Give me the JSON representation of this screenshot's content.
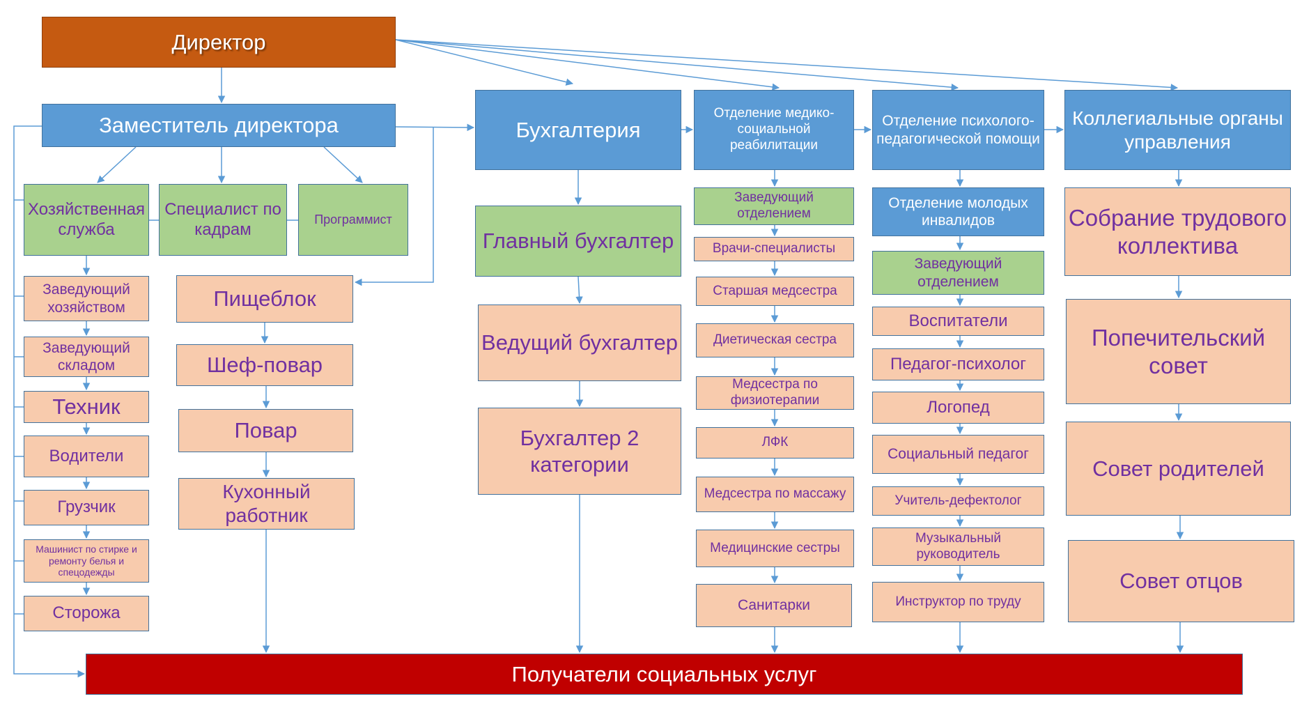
{
  "director": "Директор",
  "deputy": "Заместитель директора",
  "deputy_subs": {
    "household": "Хозяйственная служба",
    "hr": "Специалист по кадрам",
    "programmer": "Программист"
  },
  "household_chain": [
    "Заведующий хозяйством",
    "Заведующий складом",
    "Техник",
    "Водители",
    "Грузчик",
    "Машинист по стирке и ремонту белья и спецодежды",
    "Сторожа"
  ],
  "kitchen_chain": [
    "Пищеблок",
    "Шеф-повар",
    "Повар",
    "Кухонный работник"
  ],
  "accounting": {
    "title": "Бухгалтерия",
    "staff": [
      "Главный бухгалтер",
      "Ведущий бухгалтер",
      "Бухгалтер 2 категории"
    ]
  },
  "medical": {
    "title": "Отделение медико-социальной реабилитации",
    "staff": [
      "Заведующий отделением",
      "Врачи-специалисты",
      "Старшая медсестра",
      "Диетическая сестра",
      "Медсестра по физиотерапии",
      "ЛФК",
      "Медсестра по массажу",
      "Медицинские сестры",
      "Санитарки"
    ]
  },
  "psych": {
    "title": "Отделение психолого-педагогической помощи",
    "sub_title": "Отделение молодых инвалидов",
    "staff": [
      "Заведующий отделением",
      "Воспитатели",
      "Педагог-психолог",
      "Логопед",
      "Социальный педагог",
      "Учитель-дефектолог",
      "Музыкальный руководитель",
      "Инструктор по труду"
    ]
  },
  "collegial": {
    "title": "Коллегиальные органы управления",
    "bodies": [
      "Собрание трудового коллектива",
      "Попечительский совет",
      "Совет родителей",
      "Совет отцов"
    ]
  },
  "recipients": "Получатели социальных услуг",
  "colors": {
    "director": "#C55A11",
    "blue": "#5B9BD5",
    "green": "#A9D18E",
    "peach": "#F8CBAD",
    "purple_text": "#7030A0",
    "recipients": "#C00000",
    "line": "#5B9BD5"
  }
}
